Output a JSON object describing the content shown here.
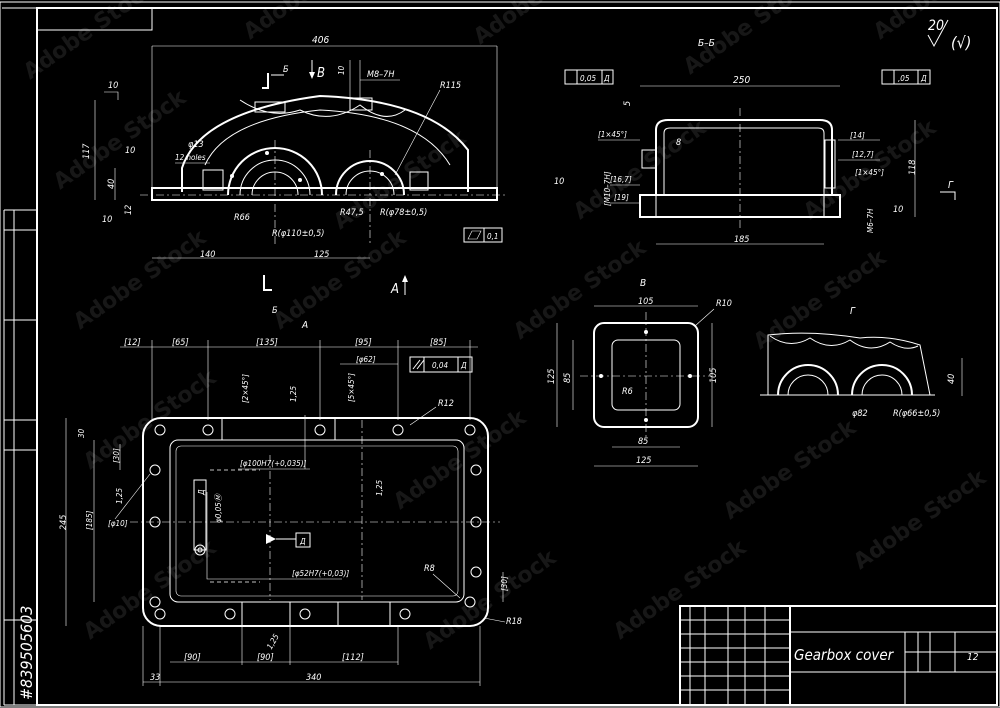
{
  "drawing": {
    "title": "Gearbox cover",
    "sheet_number": "12",
    "roughness": "20",
    "roughness_paren": "(√)",
    "stock_id": "#839505603",
    "watermark": "Adobe Stock"
  },
  "views": {
    "section_bb_label": "Б–Б",
    "view_v_label": "В",
    "view_g_label": "Г",
    "view_a_label": "А",
    "arrow_b": "В",
    "arrow_a": "А",
    "cut_b": "Б"
  },
  "front_view": {
    "dim_406": "406",
    "dim_10_top": "10",
    "dim_m8": "M8–7H",
    "dim_r115": "R115",
    "dim_117": "117",
    "dim_10_a": "10",
    "dim_40": "40",
    "dim_12": "12",
    "dim_10_b": "10",
    "dim_phi13": "φ13",
    "dim_12holes": "12 holes",
    "dim_r66": "R66",
    "dim_r47": "R47,5",
    "dim_rphi78": "R(φ78±0,5)",
    "dim_rphi110": "R(φ110±0,5)",
    "dim_140": "140",
    "dim_125": "125",
    "dim_01": "0,1",
    "dim_10_c": "10"
  },
  "section_bb": {
    "tol_left": "0,05",
    "tol_left_ref": "Д",
    "tol_right": ",05",
    "tol_right_ref": "Д",
    "dim_250": "250",
    "dim_5": "5",
    "dim_1x45_l": "[1×45°]",
    "dim_8": "8",
    "dim_14": "[14]",
    "dim_127": "[12,7]",
    "dim_1x45_r": "[1×45°]",
    "dim_118": "118",
    "dim_m10": "[M10–7H]",
    "dim_167": "[16,7]",
    "dim_19": "[19]",
    "dim_10": "10",
    "dim_185": "185",
    "dim_m6": "M6–7H",
    "dim_10_r": "10",
    "cut_g": "Г"
  },
  "view_v": {
    "dim_105_top": "105",
    "dim_r10": "R10",
    "dim_125_l": "125",
    "dim_85_l": "85",
    "dim_105_r": "105",
    "dim_r6": "R6",
    "dim_85_b": "85",
    "dim_125_b": "125"
  },
  "view_g": {
    "dim_40": "40",
    "dim_phi82": "φ82",
    "dim_rphi66": "R(φ66±0,5)"
  },
  "plan_view": {
    "dim_12": "[12]",
    "dim_65": "[65]",
    "dim_135": "[135]",
    "dim_95": "[95]",
    "dim_85": "[85]",
    "dim_phi62": "[φ62]",
    "tol_004": "0,04",
    "tol_004_ref": "Д",
    "dim_r12": "R12",
    "dim_2x45": "[2×45°]",
    "dim_125_a": "1,25",
    "dim_5x45": "[5×45°]",
    "dim_30": "30",
    "dim_30_b": "[30]",
    "dim_phi10": "[φ10]",
    "dim_125_b": "1,25",
    "dim_245": "245",
    "dim_185": "[185]",
    "dim_phi100": "[φ100H7(+0,035)]",
    "dim_coax": "φ0,05Ⓜ",
    "dim_coax_ref": "Д",
    "datum_d": "Д",
    "dim_125_c": "1,25",
    "dim_phi52": "[φ52H7(+0,03)]",
    "dim_r8": "R8",
    "dim_30_c": "[30]",
    "dim_r18": "R18",
    "dim_125_d": "1,25",
    "dim_90_a": "[90]",
    "dim_90_b": "[90]",
    "dim_112": "[112]",
    "dim_33": "33",
    "dim_340": "340"
  }
}
